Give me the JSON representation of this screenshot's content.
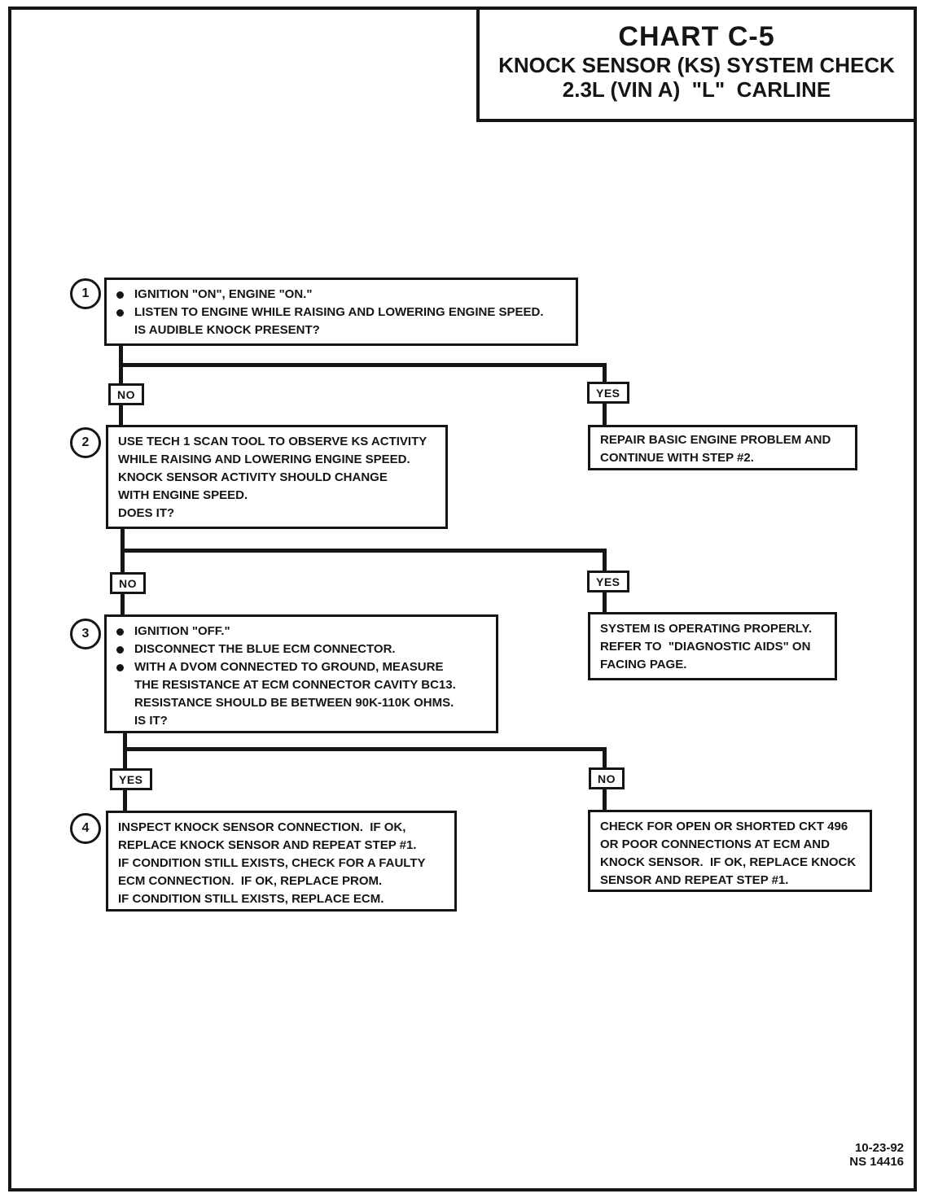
{
  "title": {
    "chart": "CHART C-5",
    "subtitle1": "KNOCK SENSOR (KS) SYSTEM CHECK",
    "subtitle2": "2.3L (VIN A)  \"L\"  CARLINE"
  },
  "labels": {
    "no": "NO",
    "yes": "YES"
  },
  "step1": {
    "num": "1",
    "items": [
      {
        "lines": [
          "IGNITION \"ON\", ENGINE \"ON.\""
        ]
      },
      {
        "lines": [
          "LISTEN TO ENGINE WHILE RAISING AND LOWERING ENGINE SPEED.",
          "IS AUDIBLE KNOCK PRESENT?"
        ]
      }
    ]
  },
  "step2": {
    "num": "2",
    "lines": [
      "USE TECH 1 SCAN TOOL TO OBSERVE KS ACTIVITY",
      "WHILE RAISING AND LOWERING ENGINE SPEED.",
      "KNOCK SENSOR ACTIVITY SHOULD CHANGE",
      "WITH ENGINE SPEED.",
      "DOES IT?"
    ]
  },
  "step3": {
    "num": "3",
    "items": [
      {
        "lines": [
          "IGNITION \"OFF.\""
        ]
      },
      {
        "lines": [
          "DISCONNECT THE BLUE ECM CONNECTOR."
        ]
      },
      {
        "lines": [
          "WITH A DVOM CONNECTED TO GROUND, MEASURE",
          "THE RESISTANCE AT ECM CONNECTOR CAVITY BC13.",
          "RESISTANCE SHOULD BE BETWEEN 90K-110K OHMS.",
          "IS IT?"
        ]
      }
    ]
  },
  "step4": {
    "num": "4",
    "lines": [
      "INSPECT KNOCK SENSOR CONNECTION.  IF OK,",
      "REPLACE KNOCK SENSOR AND REPEAT STEP #1.",
      "IF CONDITION STILL EXISTS, CHECK FOR A FAULTY",
      "ECM CONNECTION.  IF OK, REPLACE PROM.",
      "IF CONDITION STILL EXISTS, REPLACE ECM."
    ]
  },
  "repair_box": {
    "lines": [
      "REPAIR BASIC ENGINE PROBLEM AND",
      "CONTINUE WITH STEP #2."
    ]
  },
  "system_ok_box": {
    "lines": [
      "SYSTEM IS OPERATING PROPERLY.",
      "REFER TO  \"DIAGNOSTIC AIDS\" ON",
      "FACING PAGE."
    ]
  },
  "check_ckt_box": {
    "lines": [
      "CHECK FOR OPEN OR SHORTED CKT 496",
      "OR POOR CONNECTIONS AT ECM AND",
      "KNOCK SENSOR.  IF OK, REPLACE KNOCK",
      "SENSOR AND REPEAT STEP #1."
    ]
  },
  "footer": {
    "date": "10-23-92",
    "doc_number": "NS 14416"
  }
}
